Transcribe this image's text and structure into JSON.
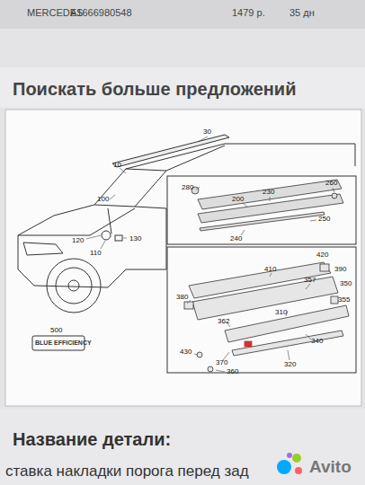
{
  "diagram": {
    "labels": [
      "MERCEDES",
      "A1666980548",
      "1479 р.",
      "35 дн",
      "Поискать больше предложений",
      "30",
      "10",
      "100",
      "120",
      "110",
      "130",
      "500",
      "BLUE EFFICIENCY",
      "280",
      "260",
      "230",
      "200",
      "250",
      "240",
      "420",
      "390",
      "350",
      "410",
      "357",
      "380",
      "355",
      "362",
      "310",
      "340",
      "430",
      "370",
      "320",
      "360",
      "Название детали:",
      "ставка накладки порога перед зад",
      "Avito"
    ]
  }
}
